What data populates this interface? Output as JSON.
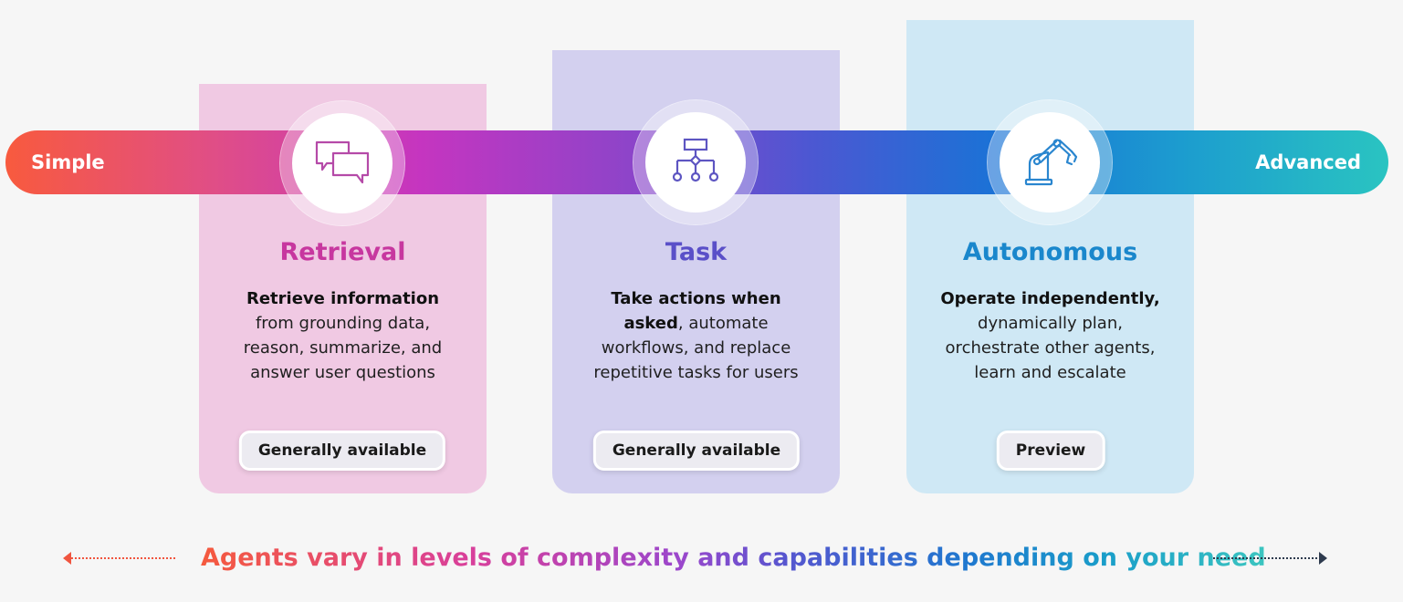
{
  "scale": {
    "left_label": "Simple",
    "right_label": "Advanced"
  },
  "cards": [
    {
      "key": "retrieval",
      "title": "Retrieval",
      "title_color": "#c7379f",
      "icon": "chat-bubbles-icon",
      "desc_bold": "Retrieve information",
      "desc_rest": "from grounding data, reason, summarize, and answer user questions",
      "desc_lines": [
        "Retrieve information",
        "from grounding data,",
        "reason, summarize, and",
        "answer user questions"
      ],
      "badge": "Generally available"
    },
    {
      "key": "task",
      "title": "Task",
      "title_color": "#5a4fc8",
      "icon": "workflow-icon",
      "desc_lines": [
        "Take actions when",
        "asked, automate",
        "workflows, and replace",
        "repetitive tasks for users"
      ],
      "badge": "Generally available"
    },
    {
      "key": "autonomous",
      "title": "Autonomous",
      "title_color": "#1a87cc",
      "icon": "robotic-arm-icon",
      "desc_lines": [
        "Operate independently,",
        "dynamically plan,",
        "orchestrate other agents,",
        "learn and escalate"
      ],
      "badge": "Preview"
    }
  ],
  "footer": {
    "text": "Agents vary in levels of complexity and capabilities depending on your need"
  }
}
